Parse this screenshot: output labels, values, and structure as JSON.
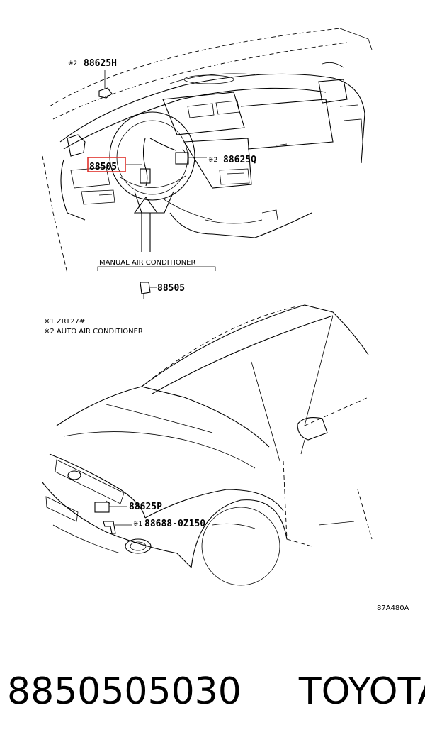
{
  "labels": {
    "part_88625H_mark": "※2",
    "part_88625H": "88625H",
    "part_88505_highlight": "88505",
    "part_88625Q_mark": "※2",
    "part_88625Q": "88625Q",
    "manual_ac_caption": "MANUAL AIR CONDITIONER",
    "part_88505_manual": "88505",
    "part_88625P": "88625P",
    "part_88688_mark": "※1",
    "part_88688": "88688-0Z150"
  },
  "notes": {
    "note1": "※1 ZRT27#",
    "note2": "※2 AUTO AIR CONDITIONER"
  },
  "diagram_code": "87A480A",
  "footer": {
    "part_number": "8850505030",
    "brand": "TOYOTA"
  },
  "colors": {
    "highlight": "#e0302a",
    "line": "#000000"
  }
}
